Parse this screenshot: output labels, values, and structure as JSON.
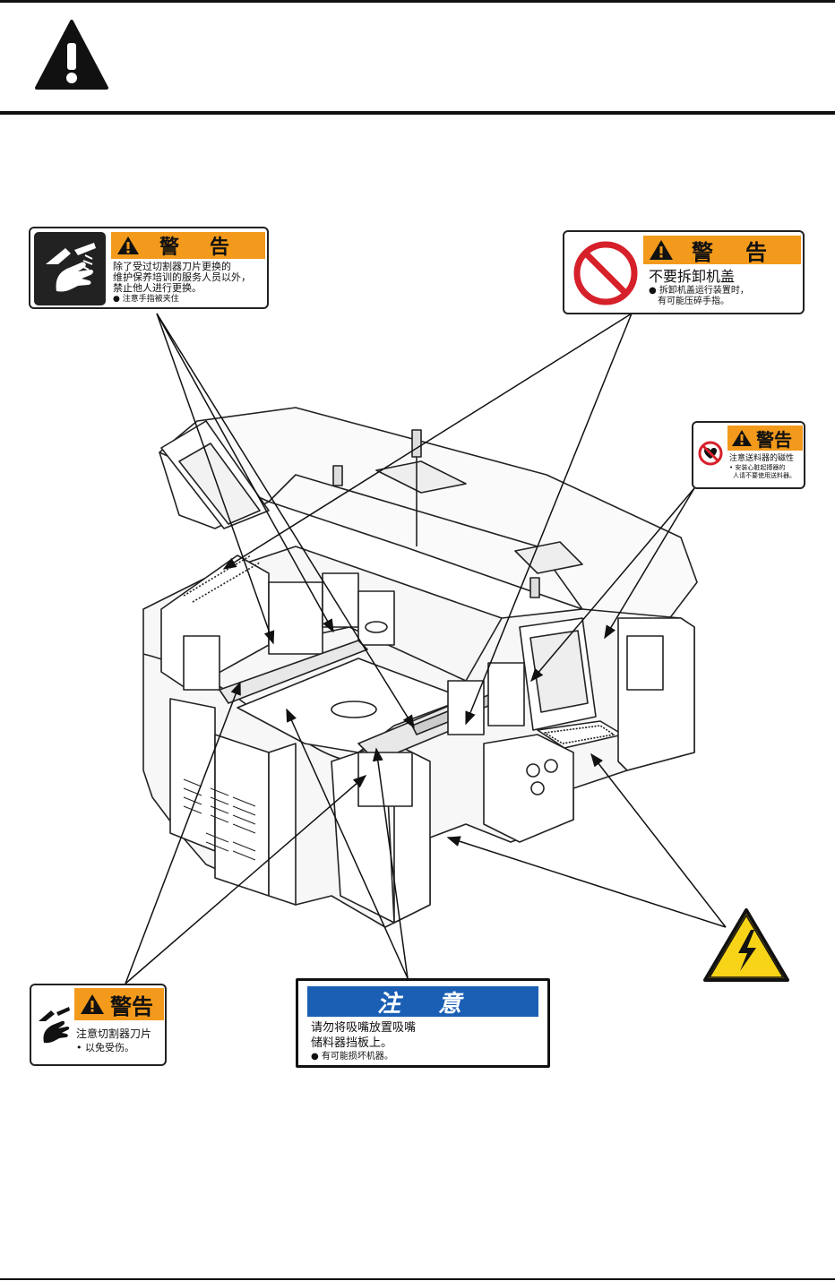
{
  "header": {
    "warning_icon": "warning-triangle-icon"
  },
  "labels": {
    "cutter_warning": {
      "icon": "hand-pinch-icon",
      "title": "警　告",
      "line1": "除了受过切割器刀片更换的",
      "line2": "维护保养培训的服务人员以外，",
      "line3": "禁止他人进行更换。",
      "note": "● 注意手指被夹住",
      "header_color": "#f39a1c"
    },
    "cover_warning": {
      "icon": "prohibition-icon",
      "title": "警　告",
      "main": "不要拆卸机盖",
      "note1": "● 拆卸机盖运行装置时，",
      "note2": "有可能压碎手指。",
      "header_color": "#f39a1c"
    },
    "magnet_warning": {
      "icon": "pacemaker-prohibited-icon",
      "title": "警告",
      "main": "注意送料器的磁性",
      "note1": "• 安装心脏起搏器的",
      "note2": "人请不要使用送料器。",
      "header_color": "#f39a1c"
    },
    "blade_warning": {
      "icon": "hand-pinch-icon",
      "title": "警告",
      "line1": "注意切割器刀片",
      "line2": "• 以免受伤。",
      "header_color": "#f39a1c"
    },
    "nozzle_caution": {
      "title": "注　意",
      "line1": "请勿将吸嘴放置吸嘴",
      "line2": "储料器挡板上。",
      "note": "● 有可能损坏机器。",
      "header_color": "#1a5fb4"
    },
    "electric_hazard": {
      "icon": "high-voltage-icon",
      "color": "#f7d417"
    }
  }
}
